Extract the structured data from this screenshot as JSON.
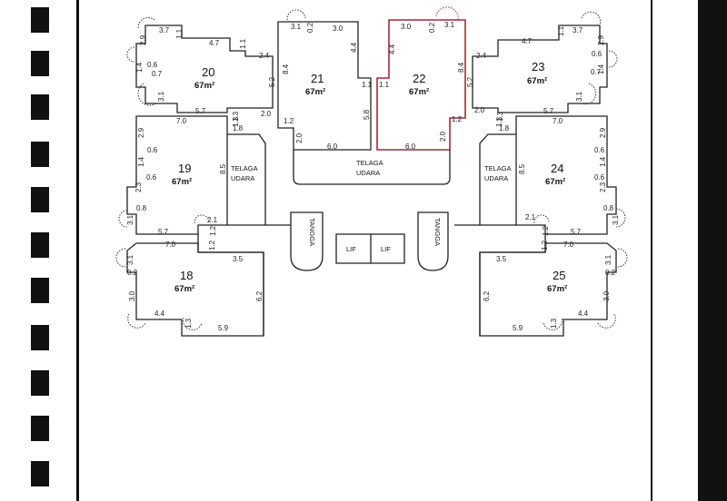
{
  "units": [
    {
      "number": "20",
      "area": "67m²"
    },
    {
      "number": "21",
      "area": "67m²"
    },
    {
      "number": "22",
      "area": "67m²"
    },
    {
      "number": "23",
      "area": "67m²"
    },
    {
      "number": "19",
      "area": "67m²"
    },
    {
      "number": "24",
      "area": "67m²"
    },
    {
      "number": "18",
      "area": "67m²"
    },
    {
      "number": "25",
      "area": "67m²"
    }
  ],
  "rooms": {
    "air_well_center": [
      "TELAGA",
      "UDARA"
    ],
    "air_well_left": [
      "TELAGA",
      "UDARA"
    ],
    "air_well_right": [
      "TELAGA",
      "UDARA"
    ],
    "stair_left": "TANGGA",
    "stair_right": "TANGGA",
    "lift_1": "LIF",
    "lift_2": "LIF"
  },
  "dimensions": {
    "u20": [
      "3.7",
      "1.1",
      "4.7",
      "1.1",
      "2.4",
      "5.2",
      "2.9",
      "1.4",
      "0.7",
      "3.1",
      "5.7",
      "1.3",
      "2.0",
      "0.6"
    ],
    "u21": [
      "3.1",
      "0.2",
      "3.0",
      "4.4",
      "8.4",
      "1.2",
      "2.0",
      "6.0",
      "5.8",
      "1.1"
    ],
    "u22": [
      "3.0",
      "0.2",
      "3.1",
      "4.4",
      "1.1",
      "8.4",
      "5.2",
      "6.0",
      "2.0",
      "1.2"
    ],
    "u23": [
      "2.4",
      "4.7",
      "1.1",
      "3.7",
      "2.9",
      "0.6",
      "1.4",
      "0.7",
      "3.1",
      "2.0",
      "5.7",
      "1.3"
    ],
    "u19": [
      "7.0",
      "1.3",
      "1.8",
      "2.9",
      "1.4",
      "0.6",
      "2.3",
      "0.6",
      "8.5",
      "3.1",
      "0.8",
      "2.1",
      "5.7",
      "1.2"
    ],
    "u24": [
      "7.0",
      "1.3",
      "1.8",
      "2.9",
      "0.6",
      "1.4",
      "0.6",
      "2.3",
      "8.5",
      "0.8",
      "3.1",
      "2.1",
      "5.7",
      "1.2"
    ],
    "u18": [
      "7.0",
      "3.1",
      "0.2",
      "3.0",
      "4.4",
      "1.3",
      "5.9",
      "3.5",
      "6.2",
      "1.2"
    ],
    "u25": [
      "7.0",
      "3.1",
      "0.2",
      "3.0",
      "4.4",
      "1.3",
      "5.9",
      "3.5",
      "6.2",
      "1.2"
    ]
  }
}
